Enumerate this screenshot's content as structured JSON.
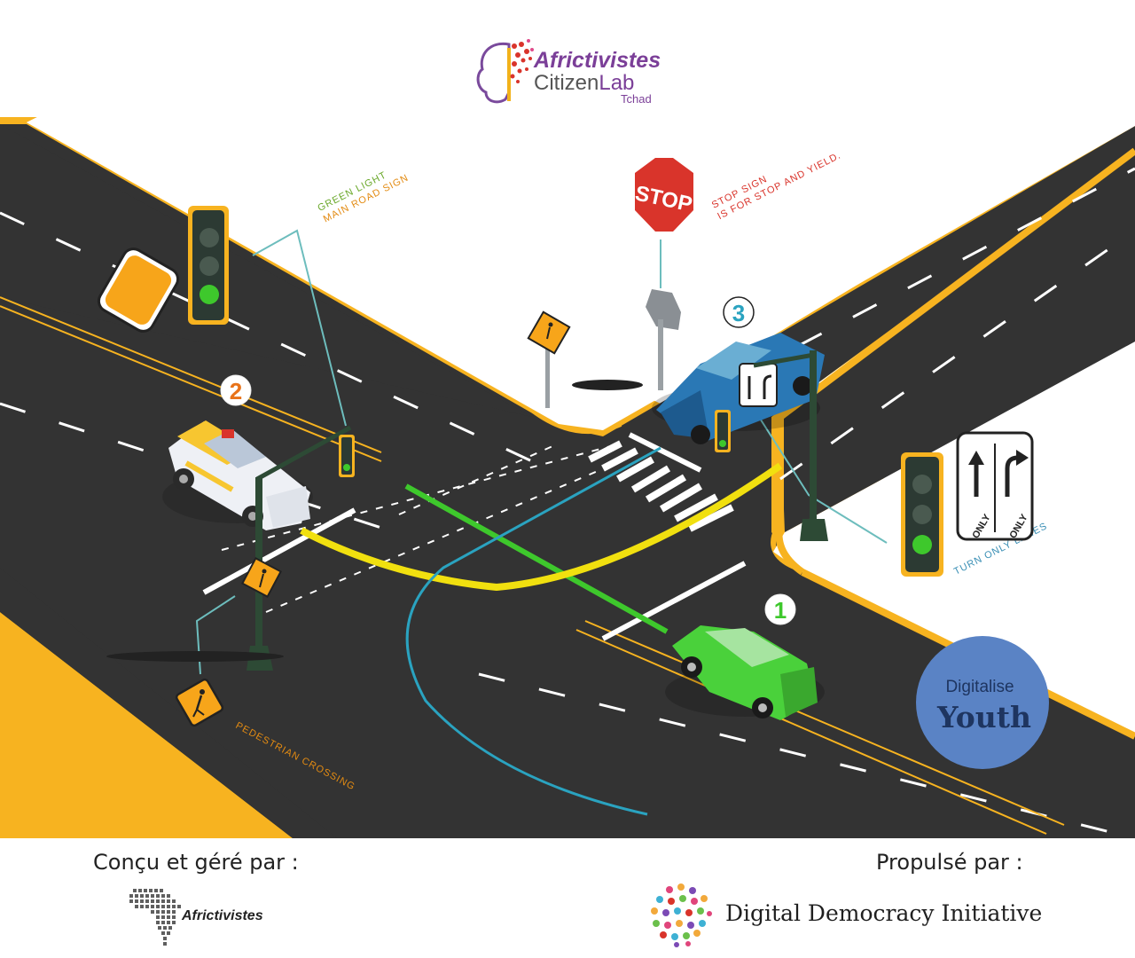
{
  "logo": {
    "brand_line1": "Africtivistes",
    "brand_line2_a": "Citizen",
    "brand_line2_b": "Lab",
    "brand_line3": "Tchad"
  },
  "labels": {
    "green_light_line1": "GREEN LIGHT",
    "green_light_line2": "MAIN ROAD SIGN",
    "stop_sign_line1": "STOP SIGN",
    "stop_sign_line2": "IS FOR STOP AND YIELD.",
    "turn_only": "TURN ONLY LANES",
    "pedestrian": "PEDESTRIAN CROSSING"
  },
  "signs": {
    "stop": "STOP",
    "only_left": "ONLY",
    "only_right": "ONLY"
  },
  "markers": {
    "car1": "1",
    "car2": "2",
    "car3": "3"
  },
  "badge": {
    "line1": "Digitalise",
    "line2": "Youth"
  },
  "footer": {
    "designed_by": "Conçu et géré par :",
    "designed_by_org": "Africtivistes",
    "powered_by": "Propulsé par :",
    "powered_by_org": "Digital Democracy Initiative"
  },
  "colors": {
    "road": "#333333",
    "road_edge": "#f7b320",
    "path_green": "#3ec82c",
    "path_yellow": "#f1e00f",
    "path_blue": "#2aa3c0",
    "label_green": "#6aa82a",
    "label_orange": "#e38b12",
    "label_red": "#d9342b",
    "label_blue": "#3a8fb5",
    "badge": "#5a83c5"
  }
}
